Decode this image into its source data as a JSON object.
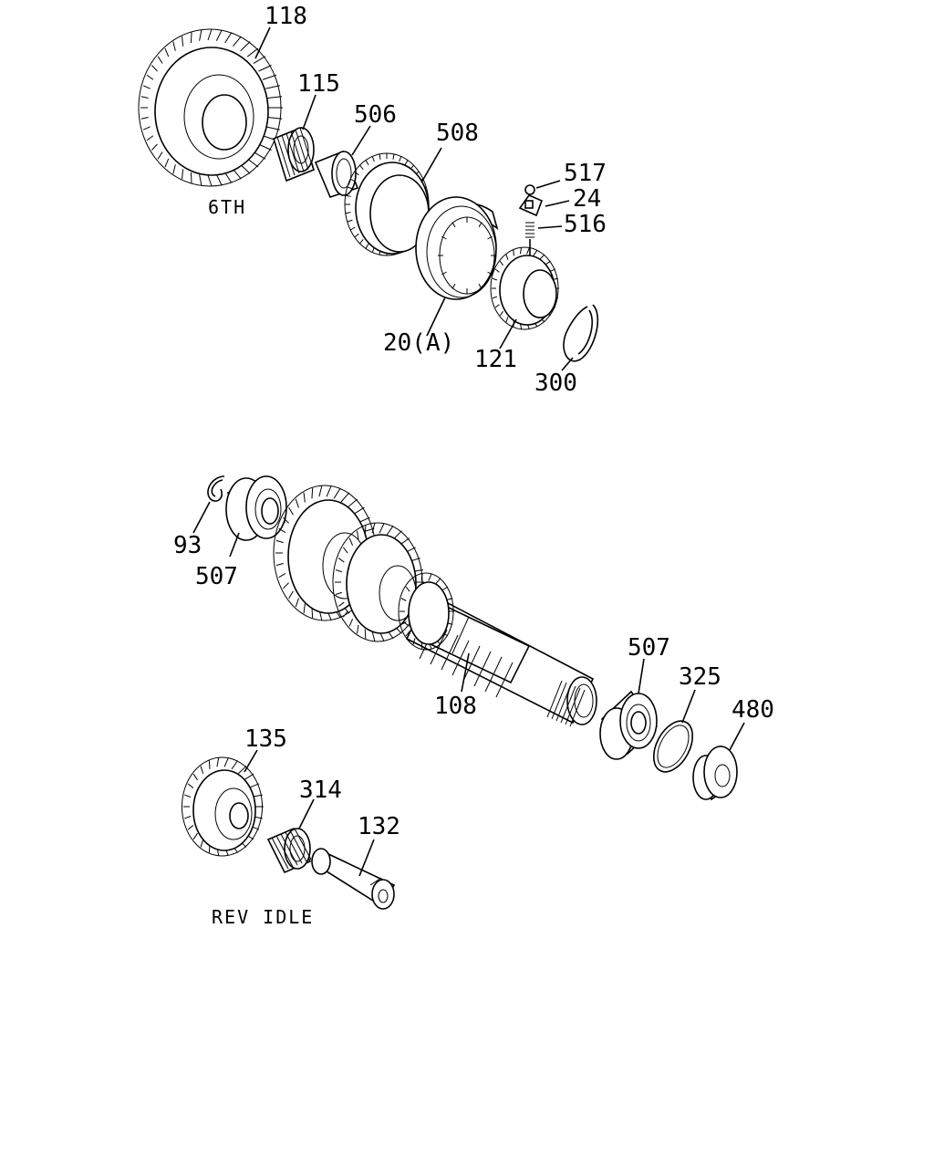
{
  "labels": {
    "p118": "118",
    "p115": "115",
    "p506": "506",
    "p508": "508",
    "p517": "517",
    "p24": "24",
    "p516": "516",
    "p20a": "20(A)",
    "p121": "121",
    "p300": "300",
    "p93": "93",
    "p507a": "507",
    "p108": "108",
    "p507b": "507",
    "p325": "325",
    "p480": "480",
    "p135": "135",
    "p314": "314",
    "p132": "132"
  },
  "captions": {
    "sixth": "6TH",
    "rev_idle": "REV IDLE"
  },
  "icons": {
    "gear": "gear-icon",
    "bearing": "bearing-icon",
    "snap_ring": "snap-ring-icon"
  }
}
